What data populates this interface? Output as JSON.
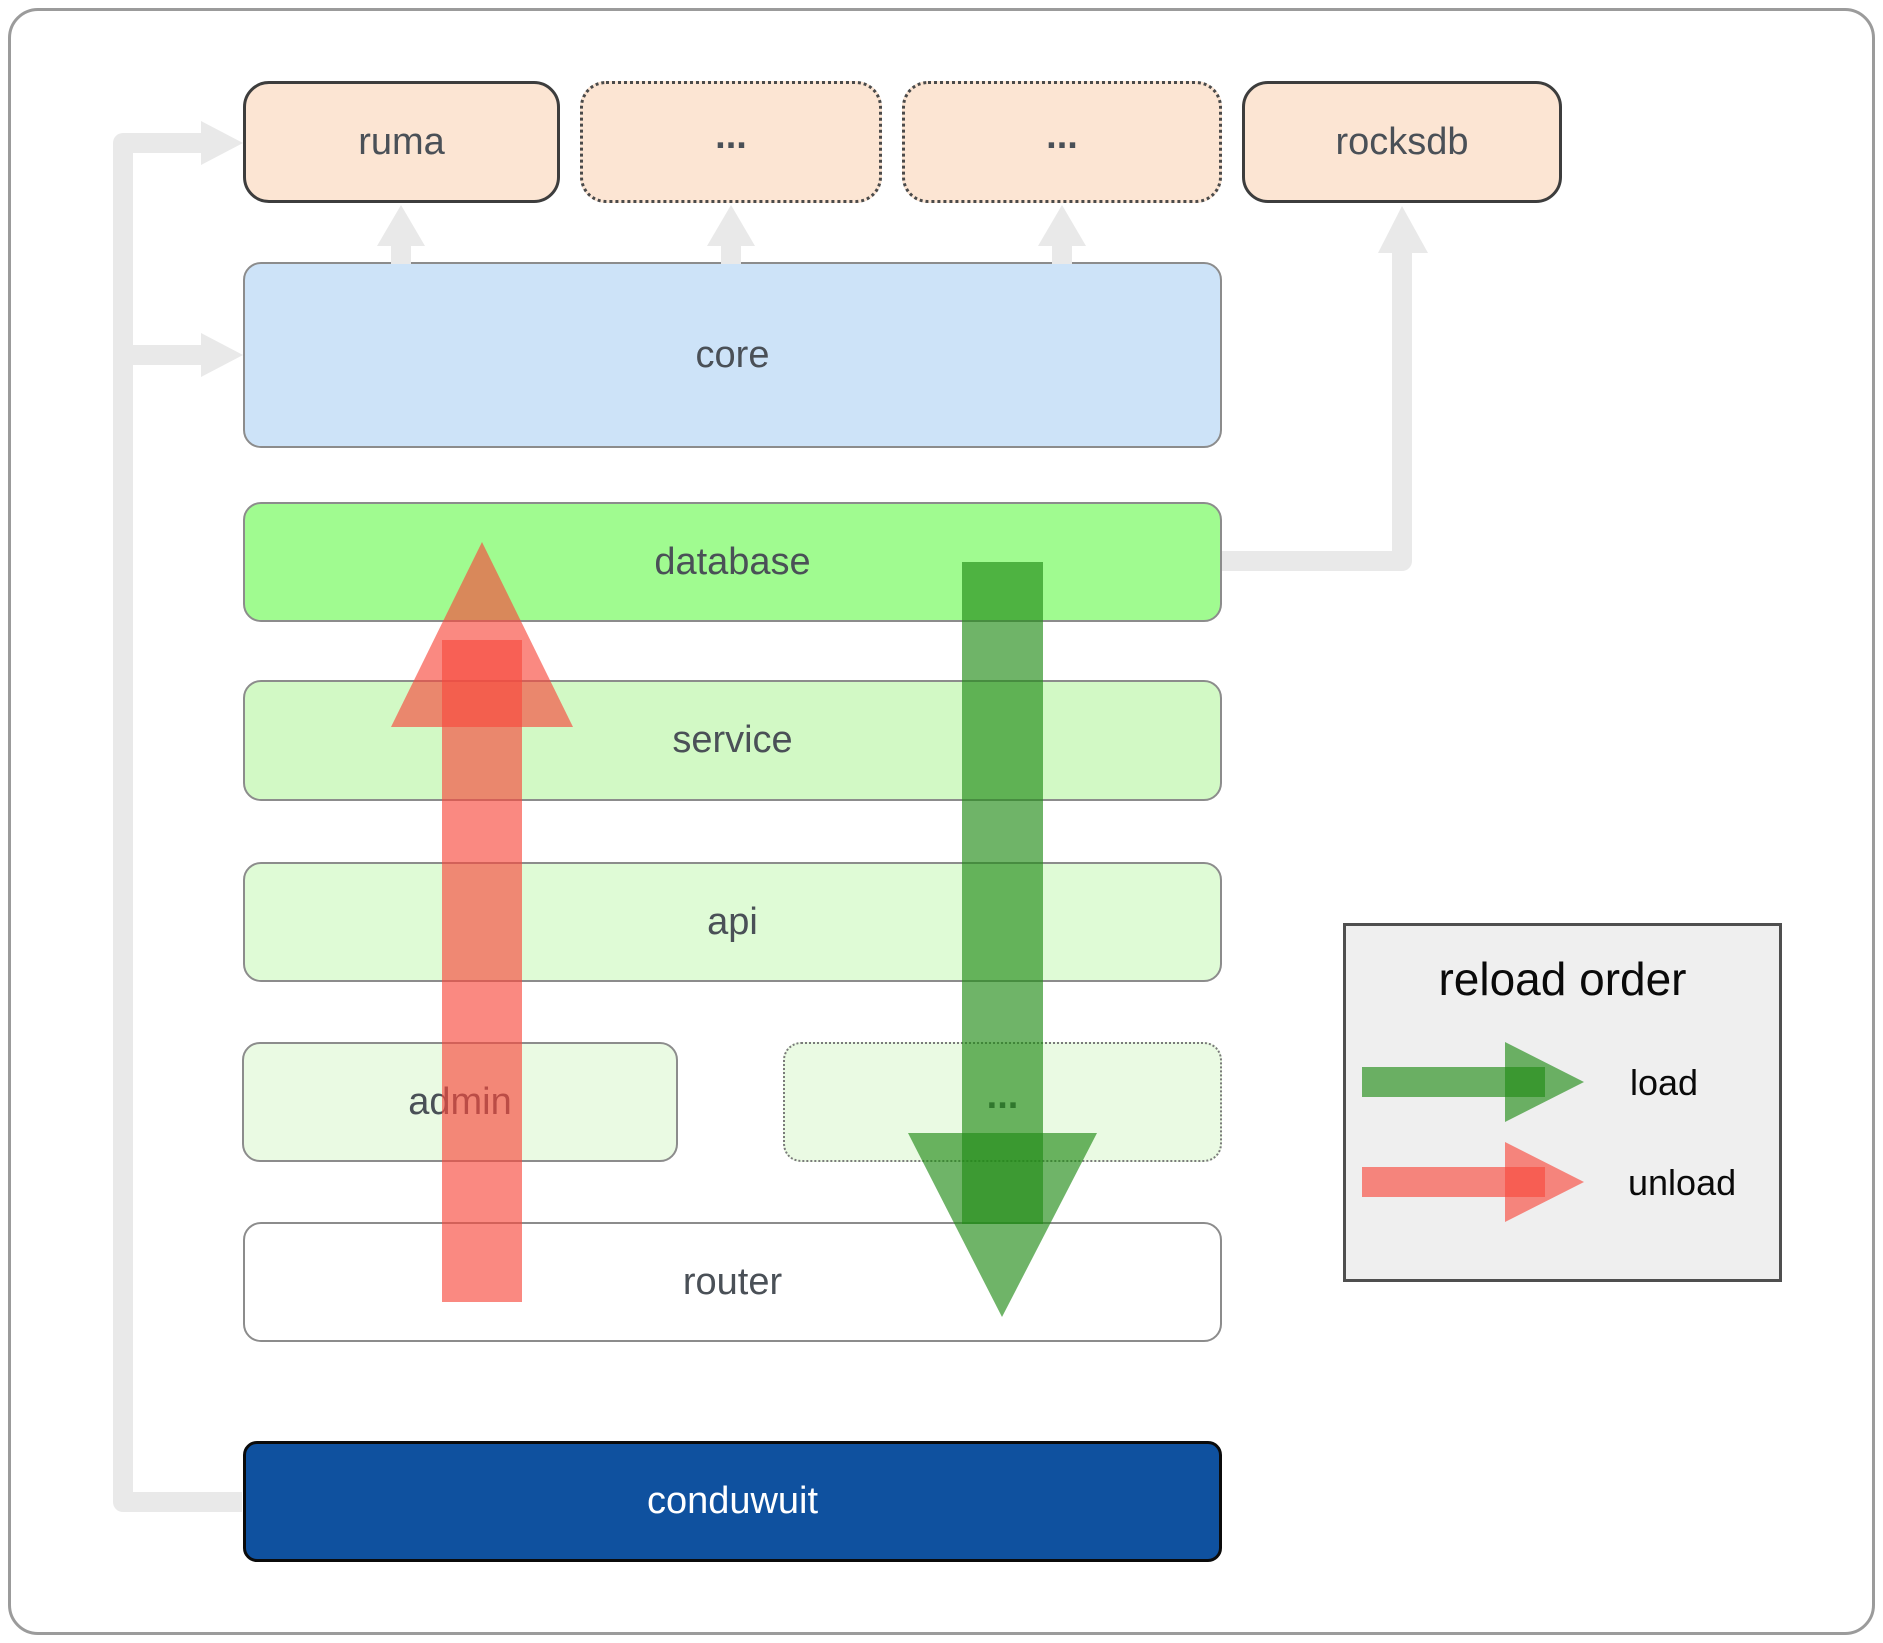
{
  "top_row": [
    {
      "id": "ruma",
      "label": "ruma",
      "border": "solid"
    },
    {
      "id": "ellipsis-1",
      "label": "...",
      "border": "dotted"
    },
    {
      "id": "ellipsis-2",
      "label": "...",
      "border": "dotted"
    },
    {
      "id": "rocksdb",
      "label": "rocksdb",
      "border": "solid"
    }
  ],
  "layers": {
    "core": "core",
    "database": "database",
    "service": "service",
    "api": "api",
    "admin": "admin",
    "ellipsis3": "...",
    "router": "router",
    "conduwuit": "conduwuit"
  },
  "legend": {
    "title": "reload order",
    "load_label": "load",
    "unload_label": "unload"
  },
  "colors": {
    "box_peach": "#fce5d3",
    "box_blue": "#cde3f8",
    "box_green_bright": "#a0fb90",
    "box_green_light": "#d2f9c5",
    "box_green_lighter": "#dffbd6",
    "box_green_faint": "#eafae3",
    "box_navy": "#0f519f",
    "load_green": "#228c17",
    "unload_red": "#f84a3e",
    "connector_gray": "#e9e9e9",
    "legend_bg": "#efefef"
  }
}
